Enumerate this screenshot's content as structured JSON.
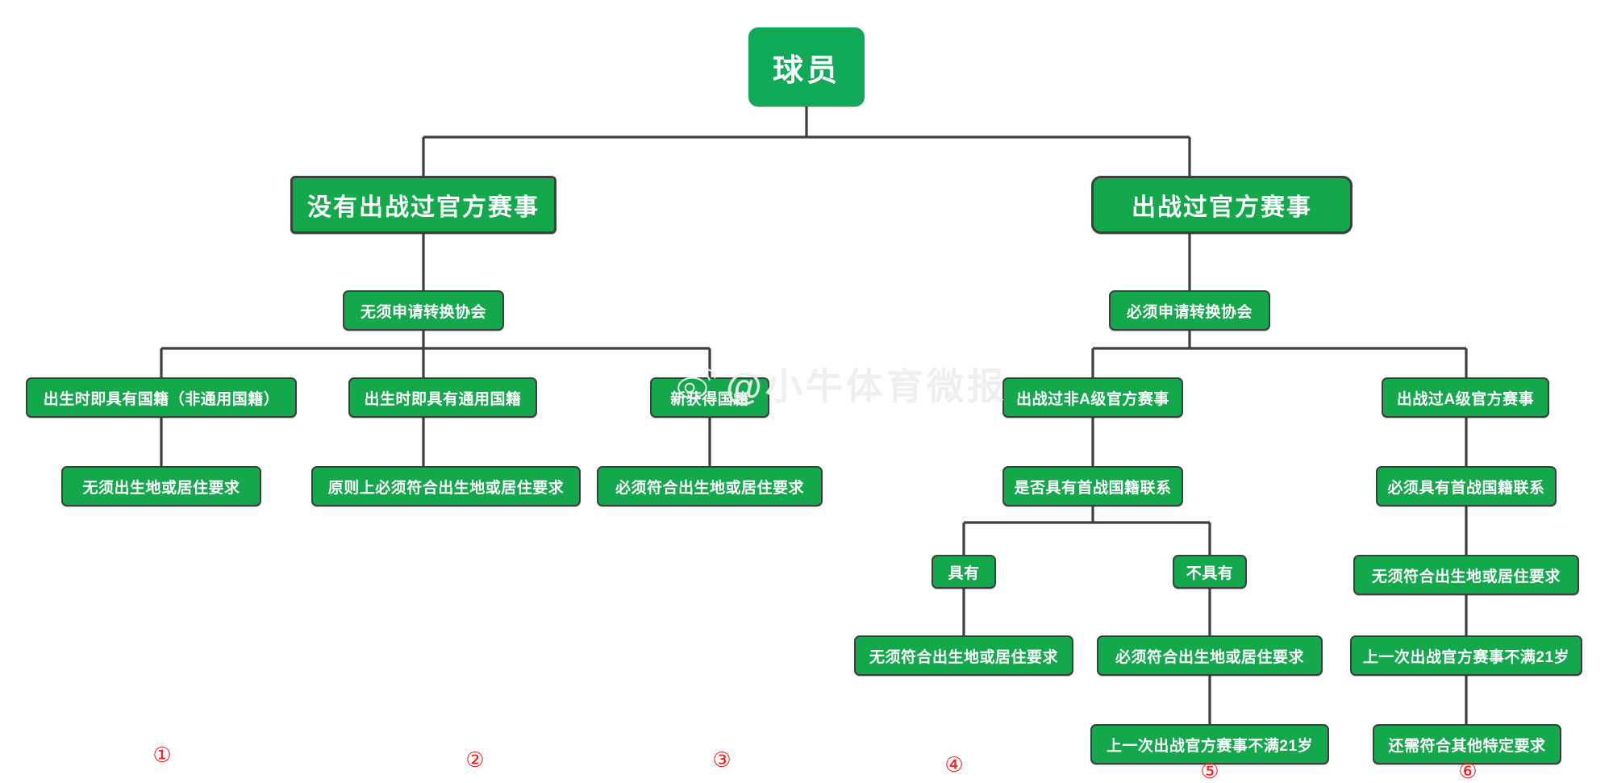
{
  "diagram": {
    "title_node": "球员",
    "watermark": "@小牛体育微报",
    "watermark_logo_icon": "weibo-logo-icon",
    "colors": {
      "node_fill": "#12A84B",
      "root_fill": "#0FA958",
      "node_border": "#3E3E3E",
      "node_text": "#FFFFFF",
      "edge_line": "#3E3E3E",
      "index_mark": "#FF1A1A",
      "watermark": "#EFEFEF",
      "background": "#FFFFFF"
    },
    "nodes": {
      "root": "球员",
      "branch_left": "没有出战过官方赛事",
      "branch_right": "出战过官方赛事",
      "left_assoc": "无须申请转换协会",
      "right_assoc": "必须申请转换协会",
      "l_col1": "出生时即具有国籍（非通用国籍）",
      "l_col2": "出生时即具有通用国籍",
      "l_col3": "新获得国籍",
      "l_col1_req": "无须出生地或居住要求",
      "l_col2_req": "原则上必须符合出生地或居住要求",
      "l_col3_req": "必须符合出生地或居住要求",
      "r_col1": "出战过非A级官方赛事",
      "r_col2": "出战过A级官方赛事",
      "r_col1_q": "是否具有首战国籍联系",
      "r_col2_q": "必须具有首战国籍联系",
      "r_yes": "具有",
      "r_no": "不具有",
      "r_yes_req": "无须符合出生地或居住要求",
      "r_no_req": "必须符合出生地或居住要求",
      "r_no_age": "上一次出战官方赛事不满21岁",
      "r_col2_req": "无须符合出生地或居住要求",
      "r_col2_age": "上一次出战官方赛事不满21岁",
      "r_col2_other": "还需符合其他特定要求"
    },
    "index_marks": [
      "①",
      "②",
      "③",
      "④",
      "⑤",
      "⑥"
    ]
  }
}
